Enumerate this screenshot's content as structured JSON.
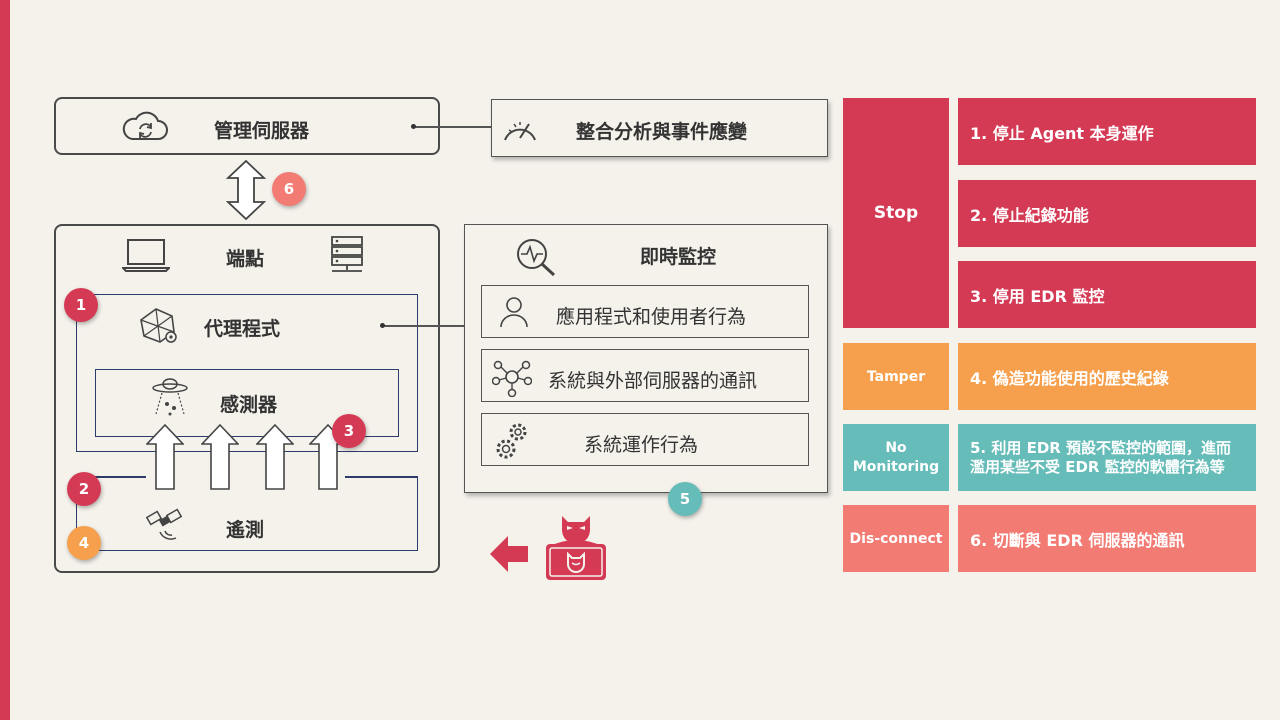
{
  "server": {
    "label": "管理伺服器",
    "icon": "cloud-sync-icon"
  },
  "analysis": {
    "label": "整合分析與事件應變",
    "icon": "gauge-icon"
  },
  "endpoint": {
    "label": "端點",
    "icons": [
      "laptop-icon",
      "server-rack-icon"
    ]
  },
  "agent": {
    "label": "代理程式",
    "icon": "network-globe-icon"
  },
  "sensor": {
    "label": "感測器",
    "icon": "ufo-sensor-icon"
  },
  "telemetry": {
    "label": "遙測",
    "icon": "satellite-icon"
  },
  "monitor": {
    "title": "即時監控",
    "items": [
      {
        "label": "應用程式和使用者行為",
        "icon": "user-icon"
      },
      {
        "label": "系統與外部伺服器的通訊",
        "icon": "network-nodes-icon"
      },
      {
        "label": "系統運作行為",
        "icon": "gears-icon"
      }
    ]
  },
  "badges": {
    "b1": "1",
    "b2": "2",
    "b3": "3",
    "b4": "4",
    "b5": "5",
    "b6": "6"
  },
  "attacks": [
    {
      "category": "Stop",
      "color": "#d53a55",
      "items": [
        "1. 停止 Agent 本身運作",
        "2. 停止紀錄功能",
        "3. 停用 EDR 監控"
      ]
    },
    {
      "category": "Tamper",
      "color": "#f6a04d",
      "items": [
        "4. 偽造功能使用的歷史紀錄"
      ]
    },
    {
      "category": "No Monitoring",
      "color": "#66bcb8",
      "items": [
        "5. 利用 EDR 預設不監控的範圍，進而濫用某些不受 EDR 監控的軟體行為等"
      ]
    },
    {
      "category": "Dis-connect",
      "color": "#f27c74",
      "items": [
        "6. 切斷與 EDR 伺服器的通訊"
      ]
    }
  ],
  "hacker": {
    "icon": "hacker-icon",
    "arrow": "left-arrow-icon"
  }
}
